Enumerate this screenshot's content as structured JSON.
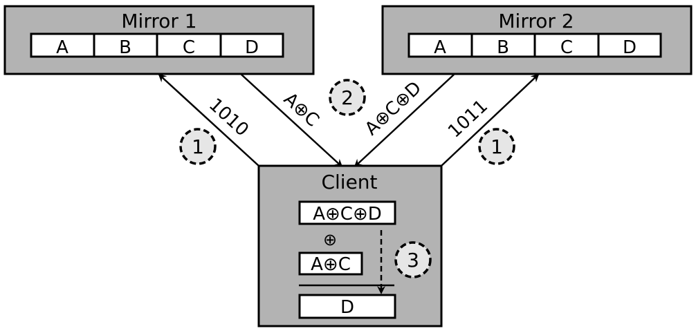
{
  "mirrors": [
    {
      "title": "Mirror 1",
      "blocks": [
        "A",
        "B",
        "C",
        "D"
      ]
    },
    {
      "title": "Mirror 2",
      "blocks": [
        "A",
        "B",
        "C",
        "D"
      ]
    }
  ],
  "client": {
    "title": "Client",
    "operand1": "A⊕C⊕D",
    "operator": "⊕",
    "operand2": "A⊕C",
    "result": "D"
  },
  "edges": {
    "query_mirror1": "1010",
    "response_mirror1": "A⊕C",
    "response_mirror2": "A⊕C⊕D",
    "query_mirror2": "1011"
  },
  "steps": {
    "step1_left": "1",
    "step1_right": "1",
    "step2": "2",
    "step3": "3"
  },
  "colors": {
    "box_fill": "#b3b3b3",
    "step_fill": "#e6e6e6",
    "stroke": "#000000",
    "block_fill": "#ffffff"
  }
}
